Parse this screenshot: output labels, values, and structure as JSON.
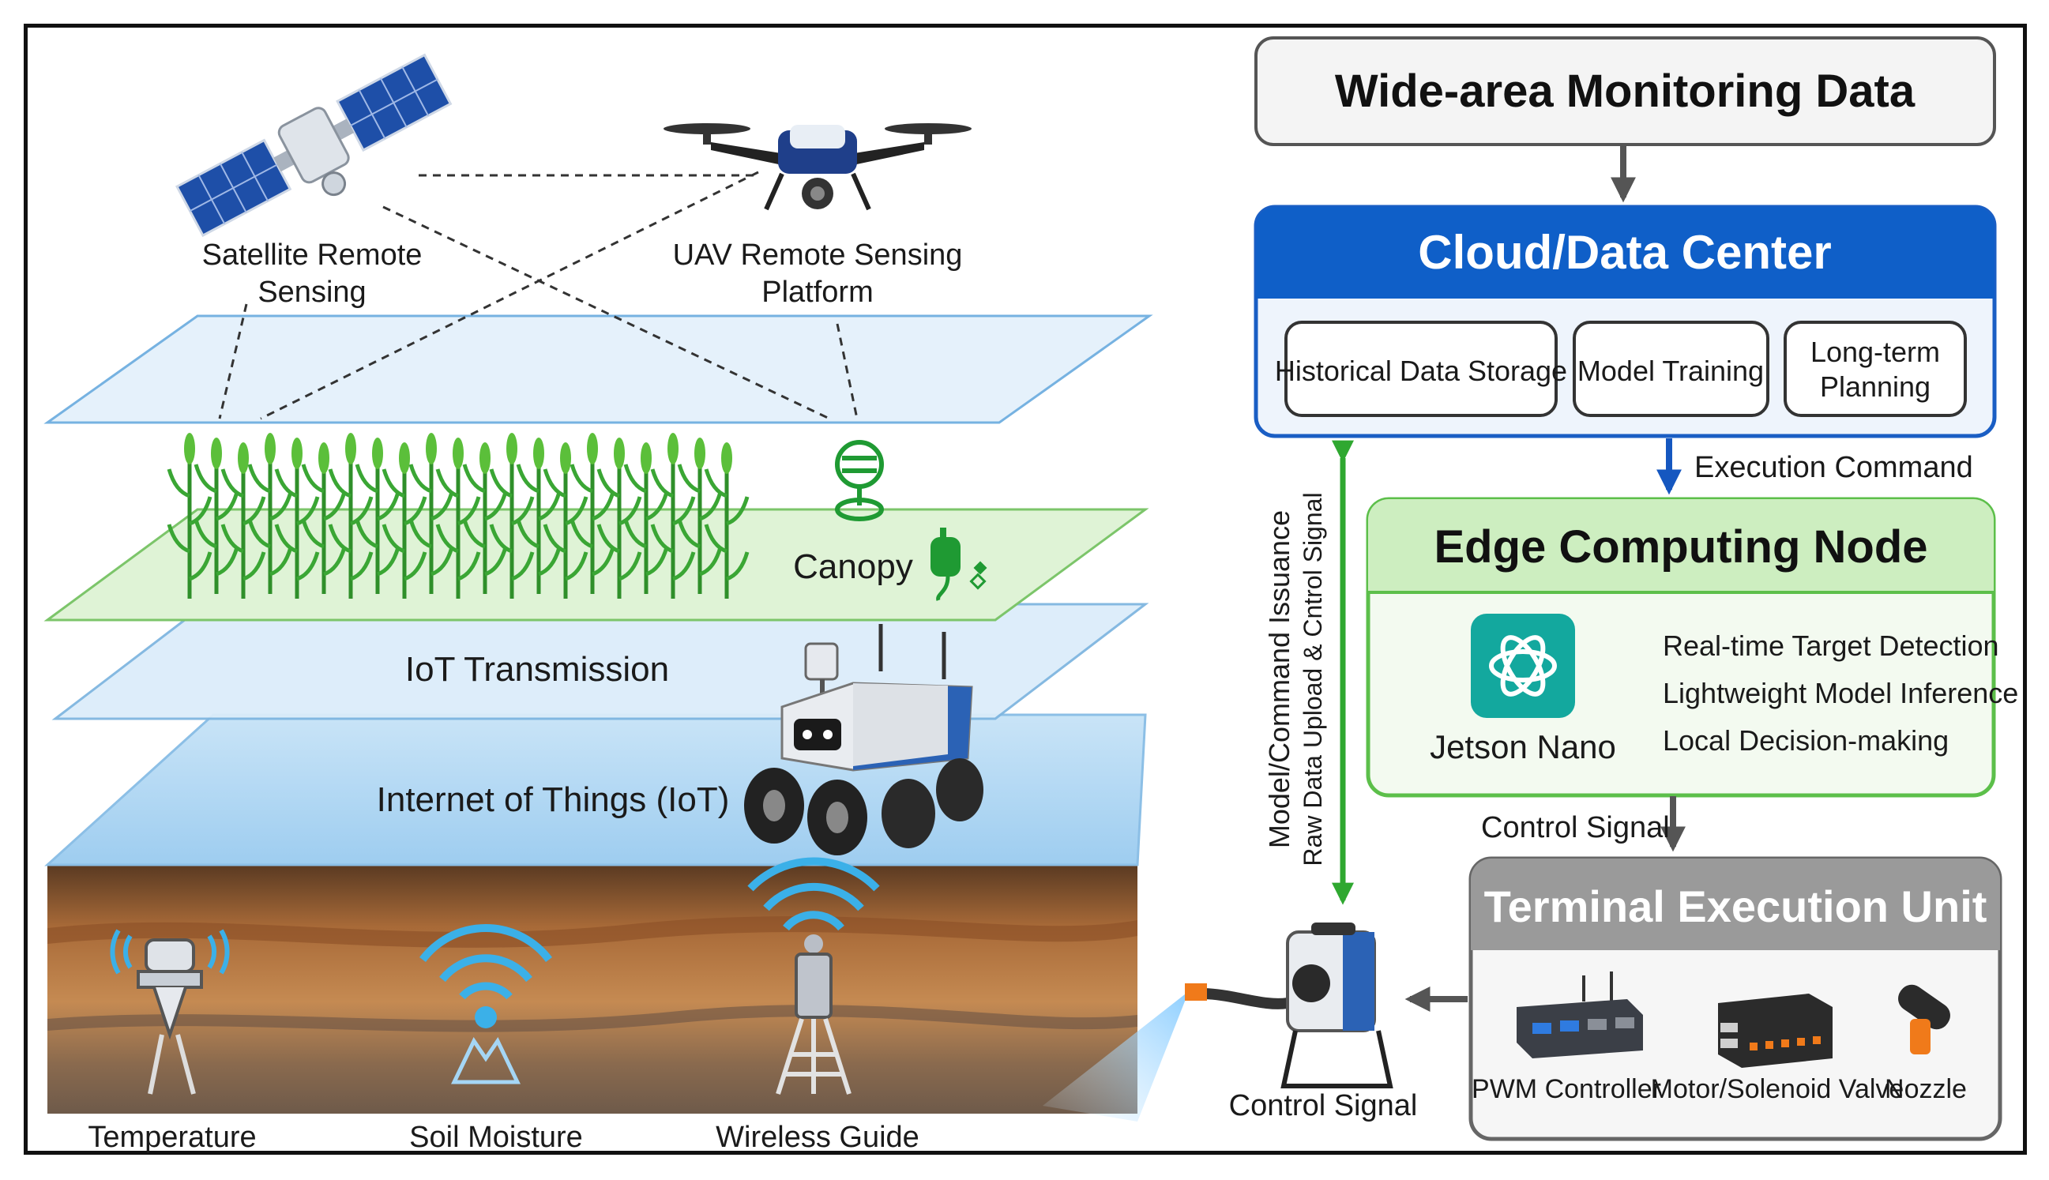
{
  "left_panel": {
    "satellite_label": [
      "Satellite Remote",
      "Sensing"
    ],
    "uav_label": [
      "UAV Remote Sensing",
      "Platform"
    ],
    "canopy_label": "Canopy",
    "iot_transmission_label": "IoT Transmission",
    "iot_label": "Internet of Things (IoT)",
    "sensors": [
      "Temperature",
      "Soil Moisture",
      "Wireless Guide"
    ]
  },
  "right_panel": {
    "wide_area": "Wide-area Monitoring Data",
    "cloud": {
      "title": "Cloud/Data Center",
      "items": [
        "Historical Data Storage",
        "Model Training",
        "Long-term",
        "Planning"
      ]
    },
    "execution_command": "Execution Command",
    "edge": {
      "title": "Edge Computing Node",
      "device": "Jetson Nano",
      "functions": [
        "Real-time Target Detection",
        "Lightweight Model Inference",
        "Local Decision-making"
      ]
    },
    "control_signal": "Control Signal",
    "terminal": {
      "title": "Terminal Execution Unit",
      "items": [
        "PWM Controller",
        "Motor/Solenoid Valve",
        "Nozzle"
      ]
    },
    "sprayer_label": "Control Signal",
    "vertical_labels": [
      "Model/Command Issuance",
      "Raw Data Upload  & Cntrol Signal"
    ]
  },
  "colors": {
    "cloud_blue": "#0f5fc8",
    "edge_green": "#5cbf4a",
    "terminal_gray": "#9a9a9a",
    "arrow_green": "#2fa830",
    "arrow_blue": "#1557c0"
  }
}
